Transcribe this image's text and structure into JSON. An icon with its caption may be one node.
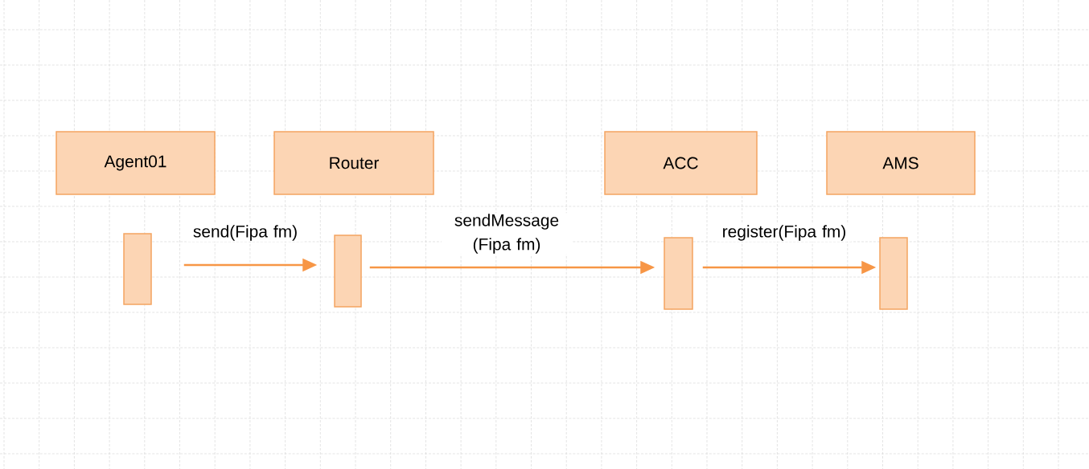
{
  "diagram": {
    "nodes": [
      {
        "text": [
          "Agent01"
        ]
      },
      {
        "text": [
          "Router"
        ]
      },
      {
        "text": [
          "ACC"
        ]
      },
      {
        "text": [
          "AMS"
        ]
      },
      {
        "text": [],
        "shape": "bar"
      },
      {
        "text": [],
        "shape": "bar"
      },
      {
        "text": [],
        "shape": "bar"
      },
      {
        "text": [],
        "shape": "bar"
      }
    ],
    "edges": [
      {
        "from": 4,
        "to": 5,
        "arrow": "to",
        "label": "send(Fipa fm)"
      },
      {
        "from": 5,
        "to": 6,
        "arrow": "to",
        "label": "sendMessage (Fipa fm)"
      },
      {
        "from": 6,
        "to": 7,
        "arrow": "to",
        "label": "register(Fipa fm)"
      }
    ]
  }
}
